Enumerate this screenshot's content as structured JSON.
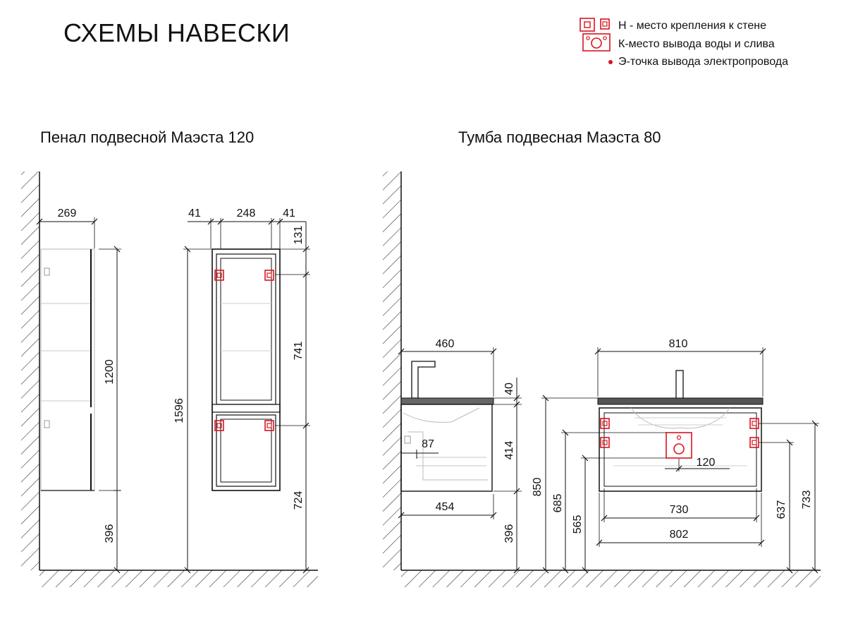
{
  "title": "СХЕМЫ НАВЕСКИ",
  "legend": {
    "mount": "Н - место крепления к стене",
    "water": "К-место вывода воды и слива",
    "power": "Э-точка вывода электропровода"
  },
  "left": {
    "subtitle": "Пенал подвесной Маэста 120",
    "depth": "269",
    "side_gap_left": "41",
    "between_mounts": "248",
    "side_gap_right": "41",
    "top_offset": "131",
    "height": "1200",
    "total_height": "1596",
    "mount_span": "741",
    "lower_mount_height": "724",
    "floor_clearance": "396"
  },
  "right": {
    "subtitle": "Тумба подвесная Маэста 80",
    "depth_top": "460",
    "top_thickness": "40",
    "tap_offset": "87",
    "body_height": "414",
    "depth_body": "454",
    "floor_clearance": "396",
    "top_height": "850",
    "width_top": "810",
    "water_offset": "120",
    "inner_width": "730",
    "body_width": "802",
    "h685": "685",
    "h565": "565",
    "h637": "637",
    "h733": "733"
  },
  "colors": {
    "accent": "#d9141e",
    "line": "#1a1a1a",
    "grey": "#9a9a9a"
  }
}
